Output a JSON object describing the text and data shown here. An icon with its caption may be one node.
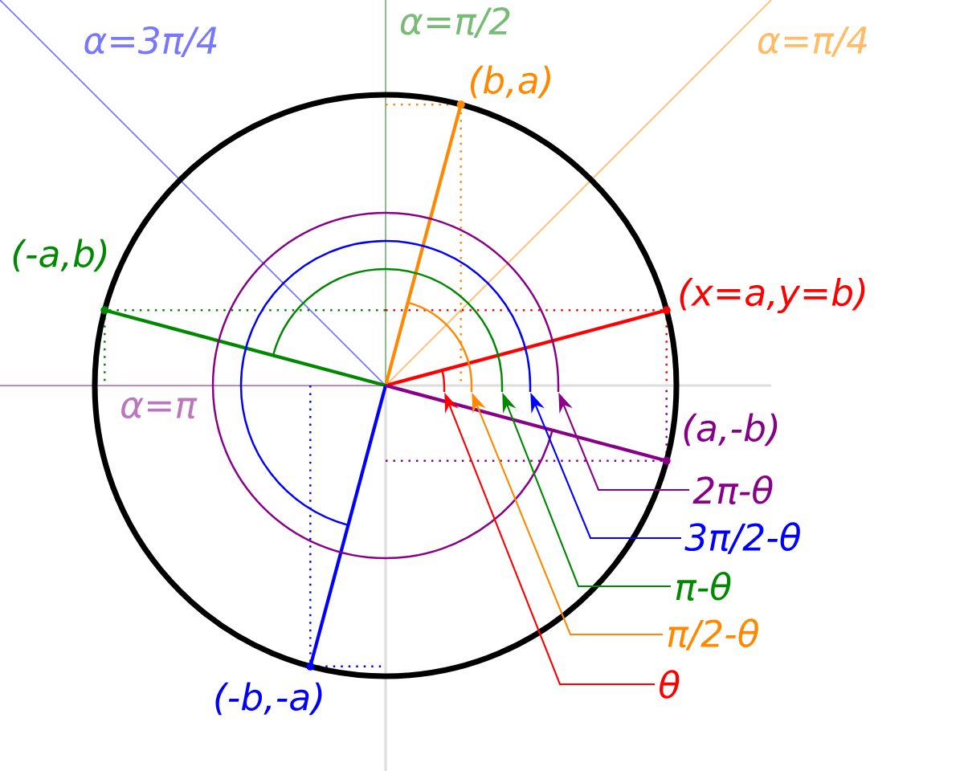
{
  "diagram": {
    "nodes": [
      {
        "text": [
          "2π-θ"
        ]
      },
      {
        "text": [
          "3π/2-θ"
        ]
      },
      {
        "text": [
          "π-θ"
        ]
      },
      {
        "text": [
          "π/2-θ"
        ]
      },
      {
        "text": [
          "θ"
        ]
      },
      {
        "text": [],
        "shape": "arc"
      },
      {
        "text": [],
        "shape": "arc"
      },
      {
        "text": [],
        "shape": "arc"
      },
      {
        "text": [],
        "shape": "arc"
      },
      {
        "text": [],
        "shape": "arc"
      }
    ],
    "edges": [
      {
        "from": 0,
        "to": 9,
        "arrow": "to",
        "color": "#880088"
      },
      {
        "from": 1,
        "to": 8,
        "arrow": "to",
        "color": "#0000ff"
      },
      {
        "from": 2,
        "to": 7,
        "arrow": "to",
        "color": "#008800"
      },
      {
        "from": 3,
        "to": 6,
        "arrow": "to",
        "color": "#ff8800"
      },
      {
        "from": 4,
        "to": 5,
        "arrow": "to",
        "color": "#ff0000"
      }
    ],
    "labels": [
      "α=3π/4",
      "α=π/2",
      "α=π/4",
      "(b,a)",
      "(-a,b)",
      "(x=a,y=b)",
      "α=π",
      "(a,-b)",
      "(-b,-a)"
    ]
  }
}
